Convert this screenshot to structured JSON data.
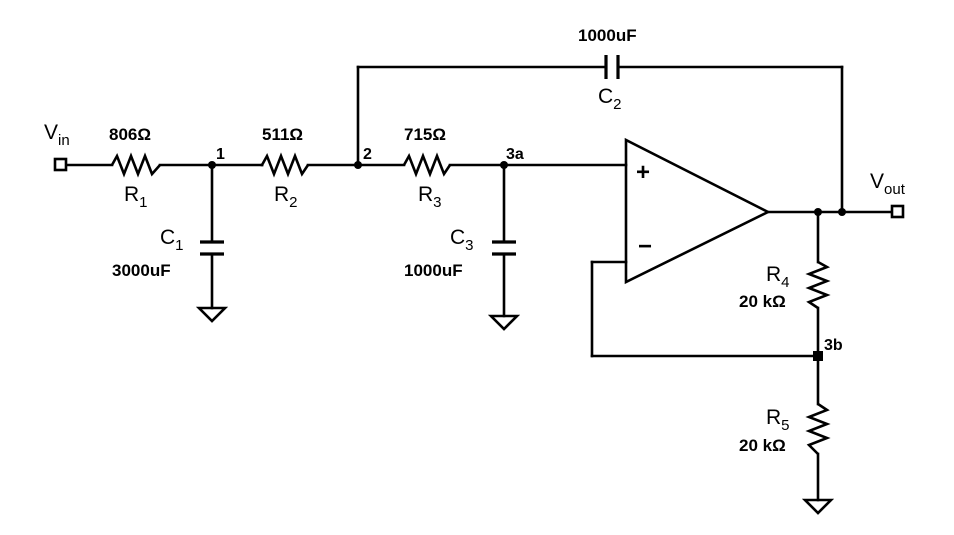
{
  "terminals": {
    "vin": {
      "main": "V",
      "sub": "in"
    },
    "vout": {
      "main": "V",
      "sub": "out"
    }
  },
  "components": {
    "r1": {
      "ref": "R",
      "sub": "1",
      "value": "806Ω"
    },
    "r2": {
      "ref": "R",
      "sub": "2",
      "value": "511Ω"
    },
    "r3": {
      "ref": "R",
      "sub": "3",
      "value": "715Ω"
    },
    "r4": {
      "ref": "R",
      "sub": "4",
      "value": "20 kΩ"
    },
    "r5": {
      "ref": "R",
      "sub": "5",
      "value": "20 kΩ"
    },
    "c1": {
      "ref": "C",
      "sub": "1",
      "value": "3000uF"
    },
    "c2": {
      "ref": "C",
      "sub": "2",
      "value": "1000uF"
    },
    "c3": {
      "ref": "C",
      "sub": "3",
      "value": "1000uF"
    }
  },
  "nodes": {
    "n1": "1",
    "n2": "2",
    "n3a": "3a",
    "n3b": "3b"
  },
  "opamp": {
    "plus": "+",
    "minus": "−"
  }
}
